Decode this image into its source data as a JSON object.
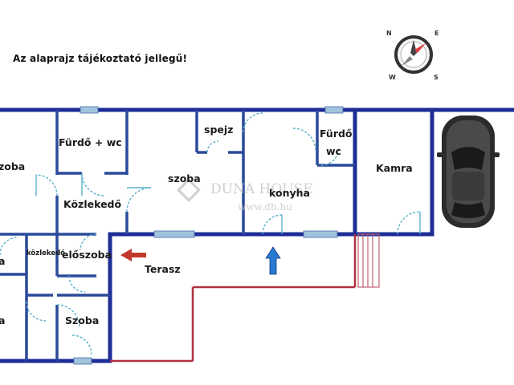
{
  "note": "Az alaprajz tájékoztató jellegű!",
  "compass": {
    "n": "N",
    "e": "E",
    "s": "S",
    "w": "W"
  },
  "watermark": {
    "brand": "DUNA HOUSE",
    "url": "www.dh.hu"
  },
  "rooms": {
    "szoba_left": "zoba",
    "furdo_wc": "Fürdő + wc",
    "kozlekedo": "Közlekedő",
    "spejz": "spejz",
    "szoba_mid": "szoba",
    "konyha": "konyha",
    "furdo2": "Fürdő",
    "wc2": "wc",
    "kamra": "Kamra",
    "kozlekedo_small": "közlekedő",
    "eloszoba": "előszoba",
    "terasz": "Terasz",
    "szoba_bottom": "Szoba",
    "room_a1": "a",
    "room_a2": "a"
  },
  "colors": {
    "wall": "#1d2d96",
    "window": "#9fc4dc",
    "door": "#5ab0c8",
    "terrace": "#b03040",
    "arrow_red": "#c0392b",
    "arrow_blue": "#2a7ad0"
  }
}
